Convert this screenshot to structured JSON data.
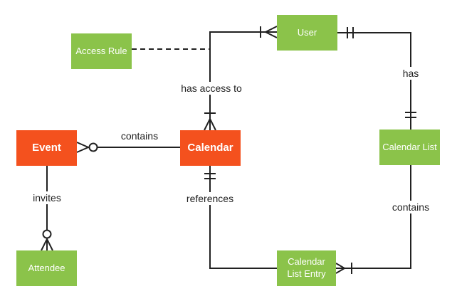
{
  "colors": {
    "entity_green": "#8BC34A",
    "entity_orange": "#F4511E",
    "line": "#212121",
    "label_text": "#212121",
    "entity_text": "#FFFFFF",
    "background": "#FFFFFF"
  },
  "entities": [
    {
      "id": "access-rule",
      "label": "Access Rule",
      "color": "green"
    },
    {
      "id": "user",
      "label": "User",
      "color": "green"
    },
    {
      "id": "event",
      "label": "Event",
      "color": "orange"
    },
    {
      "id": "calendar",
      "label": "Calendar",
      "color": "orange"
    },
    {
      "id": "calendar-list",
      "label": "Calendar List",
      "color": "green"
    },
    {
      "id": "attendee",
      "label": "Attendee",
      "color": "green"
    },
    {
      "id": "calendar-list-entry",
      "label": "Calendar List Entry",
      "color": "green"
    }
  ],
  "relationships": [
    {
      "label": "has access to",
      "from": "calendar",
      "to": "user",
      "from_notation": "one-or-many",
      "to_notation": "one-or-many",
      "line_style": "solid"
    },
    {
      "label": "has",
      "from": "user",
      "to": "calendar-list",
      "from_notation": "one-and-only-one",
      "to_notation": "one-and-only-one",
      "line_style": "solid"
    },
    {
      "label": "contains",
      "from": "calendar-list",
      "to": "calendar-list-entry",
      "from_notation": "none",
      "to_notation": "one-or-many",
      "line_style": "solid"
    },
    {
      "label": "references",
      "from": "calendar",
      "to": "calendar-list-entry",
      "from_notation": "one-and-only-one",
      "to_notation": "none",
      "line_style": "solid"
    },
    {
      "label": "contains",
      "from": "event",
      "to": "calendar",
      "from_notation": "zero-or-many",
      "to_notation": "none",
      "line_style": "solid"
    },
    {
      "label": "invites",
      "from": "event",
      "to": "attendee",
      "from_notation": "none",
      "to_notation": "zero-or-many",
      "line_style": "solid"
    },
    {
      "label": "",
      "from": "access-rule",
      "to": "has-access-to-connector",
      "from_notation": "none",
      "to_notation": "none",
      "line_style": "dashed"
    }
  ]
}
